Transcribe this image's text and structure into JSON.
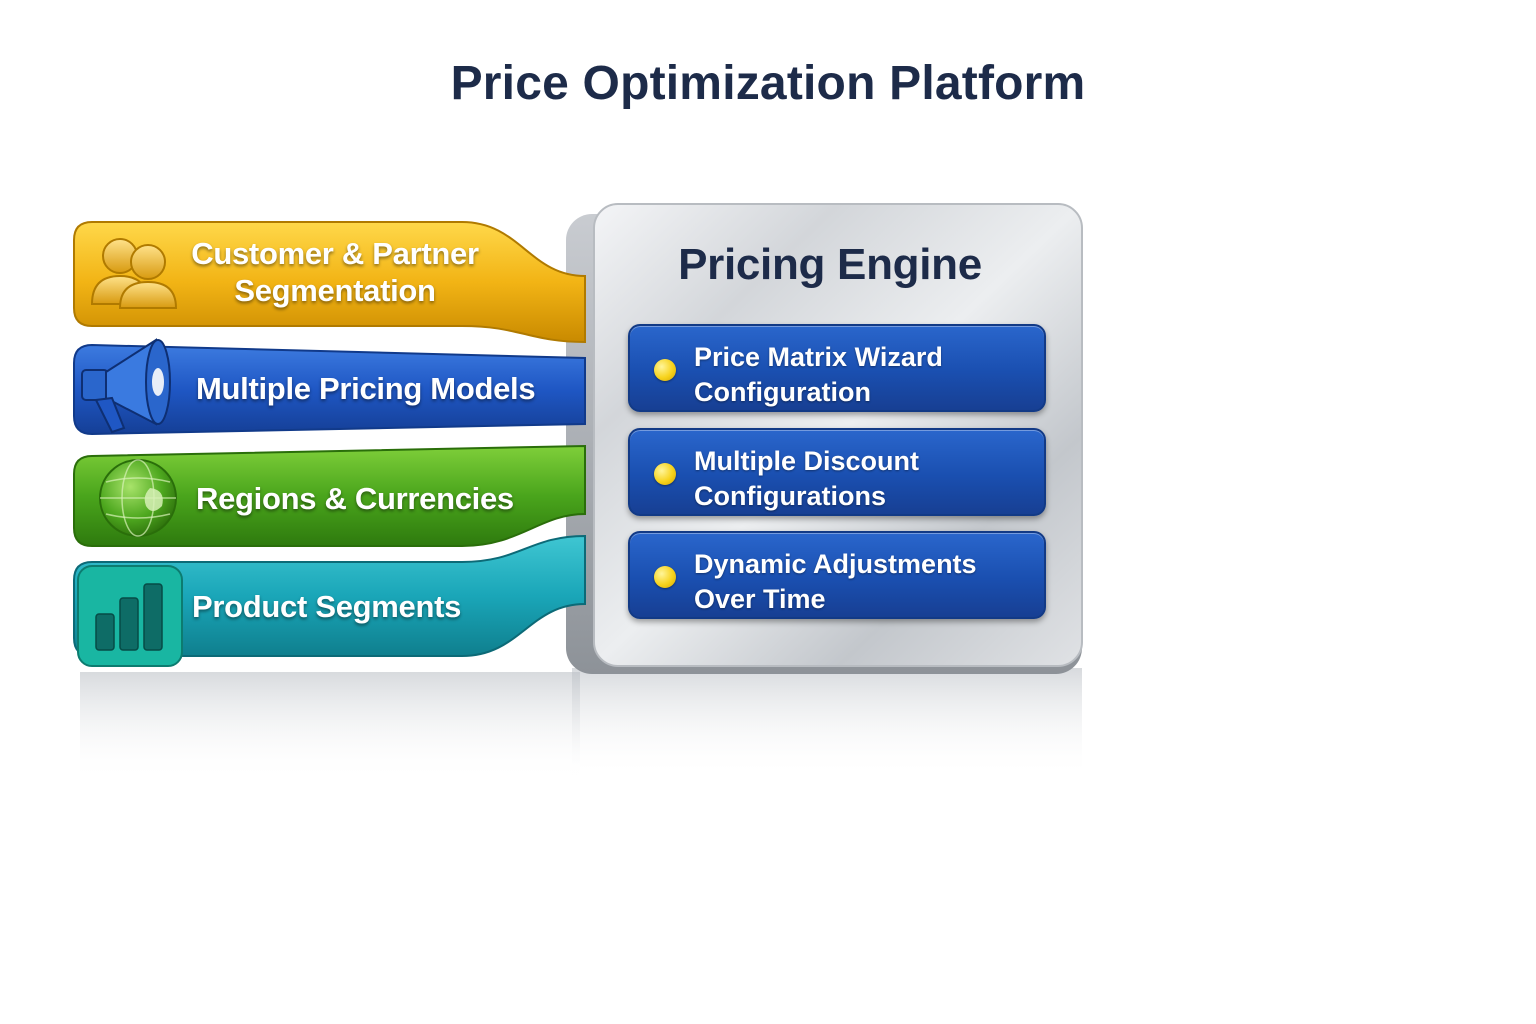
{
  "title": "Price Optimization Platform",
  "ribbons": [
    {
      "lines": [
        "Customer & Partner",
        "Segmentation"
      ],
      "icon": "people-icon",
      "color": "#f0b418"
    },
    {
      "lines": [
        "Multiple Pricing Models"
      ],
      "icon": "megaphone-icon",
      "color": "#1f57c4"
    },
    {
      "lines": [
        "Regions & Currencies"
      ],
      "icon": "globe-icon",
      "color": "#4aa51c"
    },
    {
      "lines": [
        "Product Segments"
      ],
      "icon": "bar-chart-icon",
      "color": "#1aa6b8"
    }
  ],
  "engine": {
    "title": "Pricing Engine",
    "items": [
      {
        "lines": [
          "Price Matrix Wizard",
          "Configuration"
        ]
      },
      {
        "lines": [
          "Multiple Discount",
          "Configurations"
        ]
      },
      {
        "lines": [
          "Dynamic Adjustments",
          "Over Time"
        ]
      }
    ],
    "bullet_color": "#f7d31c"
  }
}
